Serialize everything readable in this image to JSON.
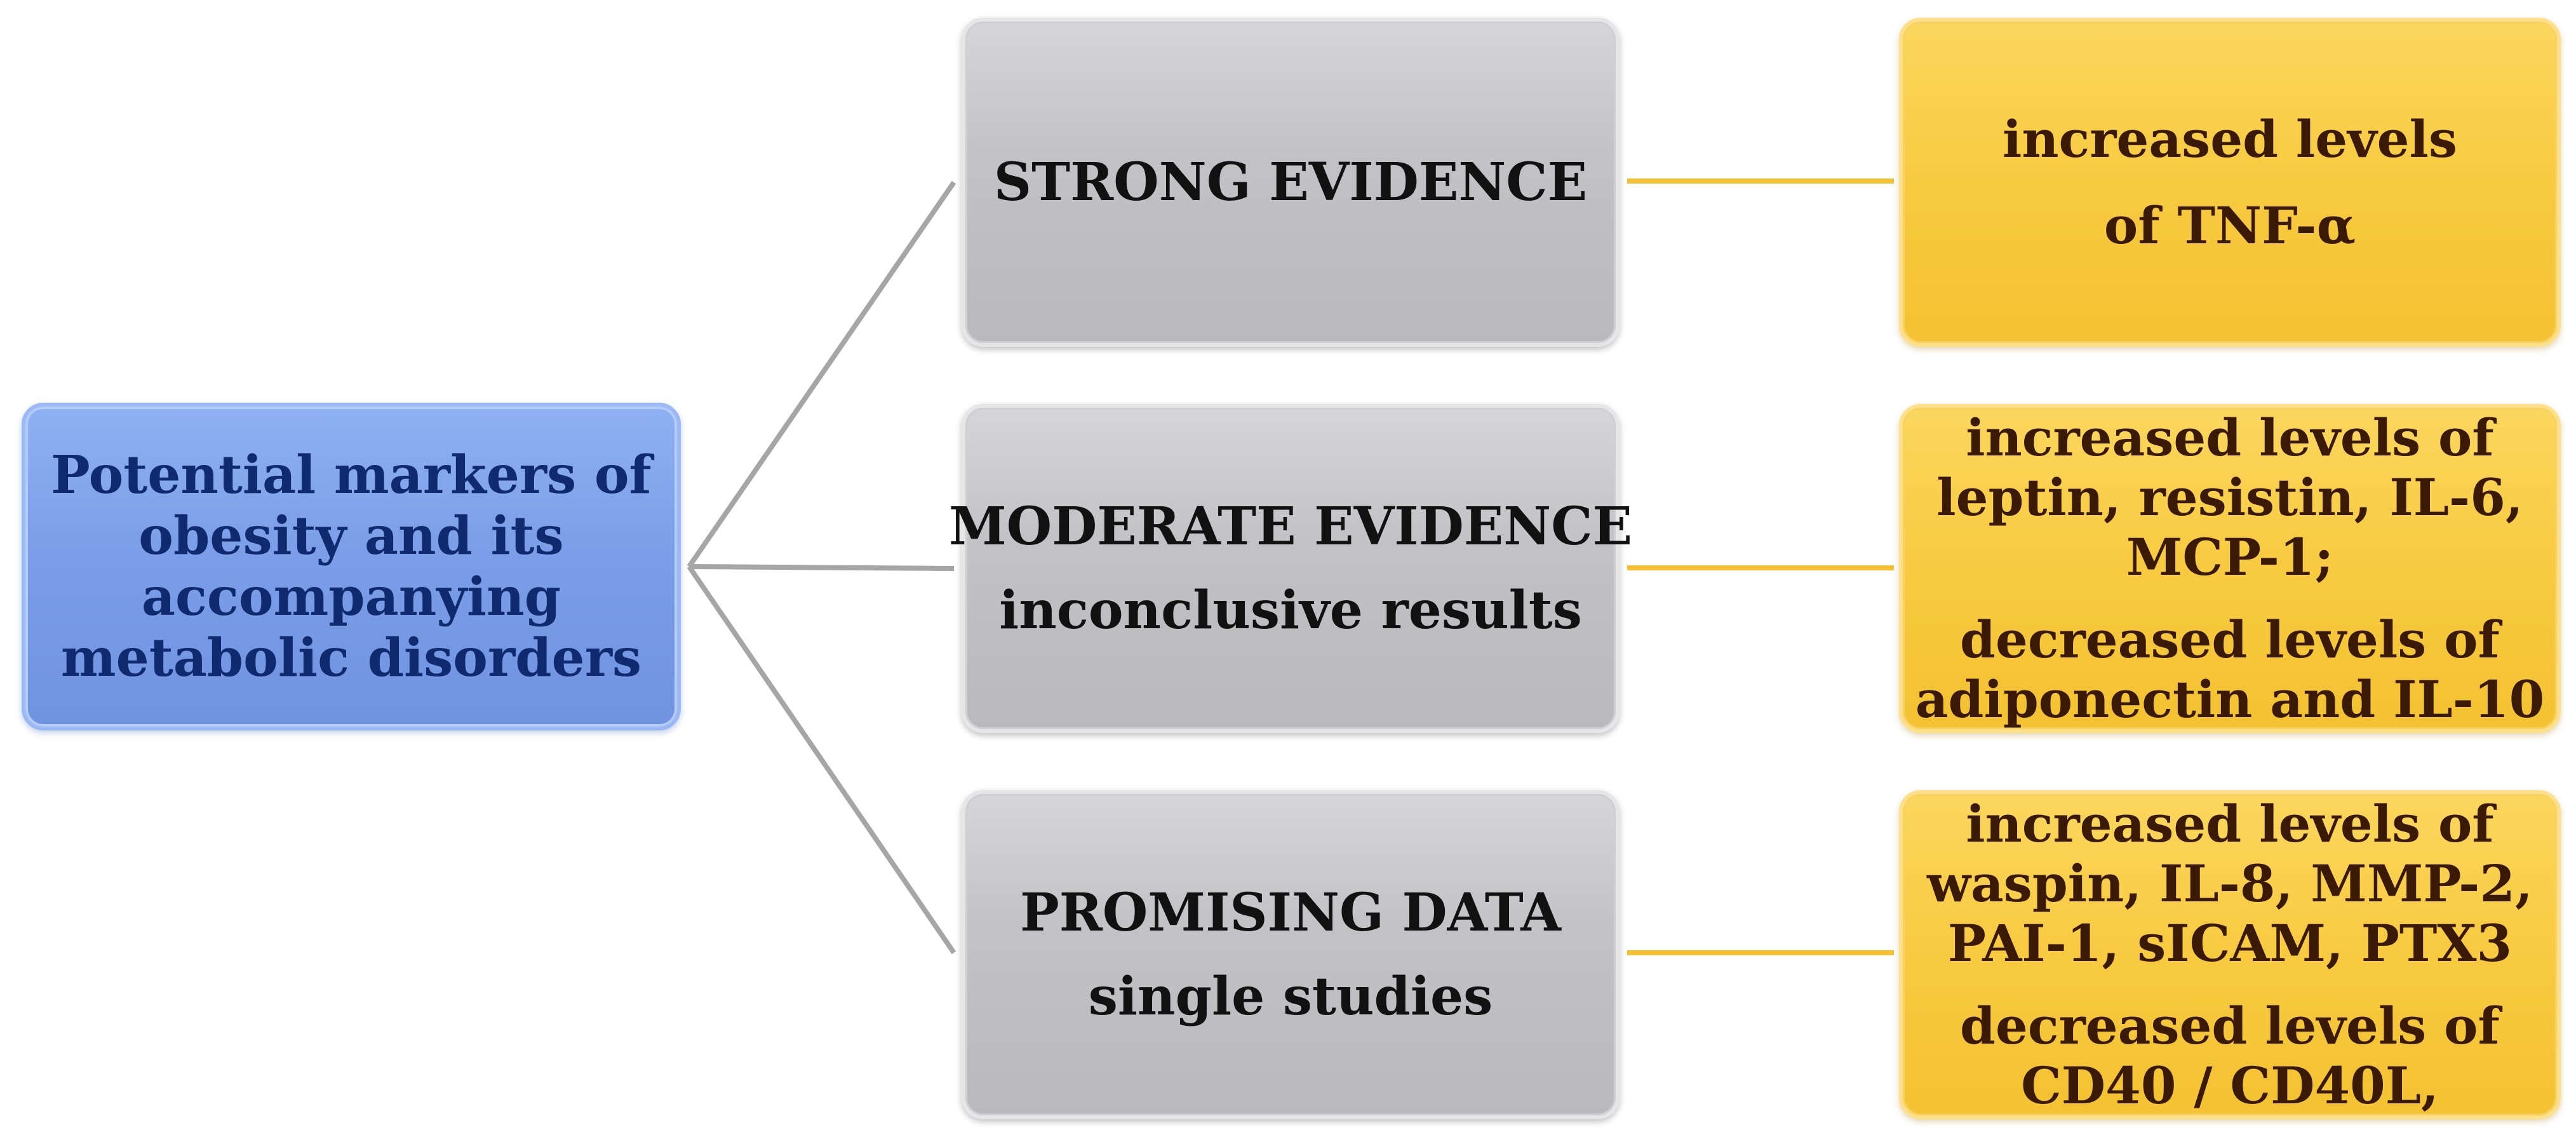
{
  "root": {
    "lines": [
      "Potential markers of",
      "obesity and its",
      "accompanying",
      "metabolic disorders"
    ]
  },
  "evidence": [
    {
      "lines": [
        "STRONG EVIDENCE"
      ]
    },
    {
      "lines": [
        "MODERATE EVIDENCE",
        "inconclusive results"
      ]
    },
    {
      "lines": [
        "PROMISING DATA",
        "single studies"
      ]
    }
  ],
  "results": [
    {
      "groups": [
        [
          "increased levels",
          "of TNF-α"
        ]
      ]
    },
    {
      "groups": [
        [
          "increased levels of",
          "leptin, resistin, IL-6,",
          "MCP-1;"
        ],
        [
          "decreased levels of",
          "adiponectin and IL-10"
        ]
      ]
    },
    {
      "groups": [
        [
          "increased levels of",
          "waspin, IL-8, MMP-2,",
          "PAI-1, sICAM, PTX3"
        ],
        [
          "decreased levels of",
          "CD40 / CD40L,"
        ]
      ]
    }
  ],
  "colors": {
    "root_fill": "#7c9ee8",
    "root_text": "#0f2a6e",
    "evidence_fill": "#c3c3c7",
    "result_fill": "#f8cb42",
    "gray_connector": "#a6a6a6",
    "yellow_connector": "#f5c033"
  }
}
